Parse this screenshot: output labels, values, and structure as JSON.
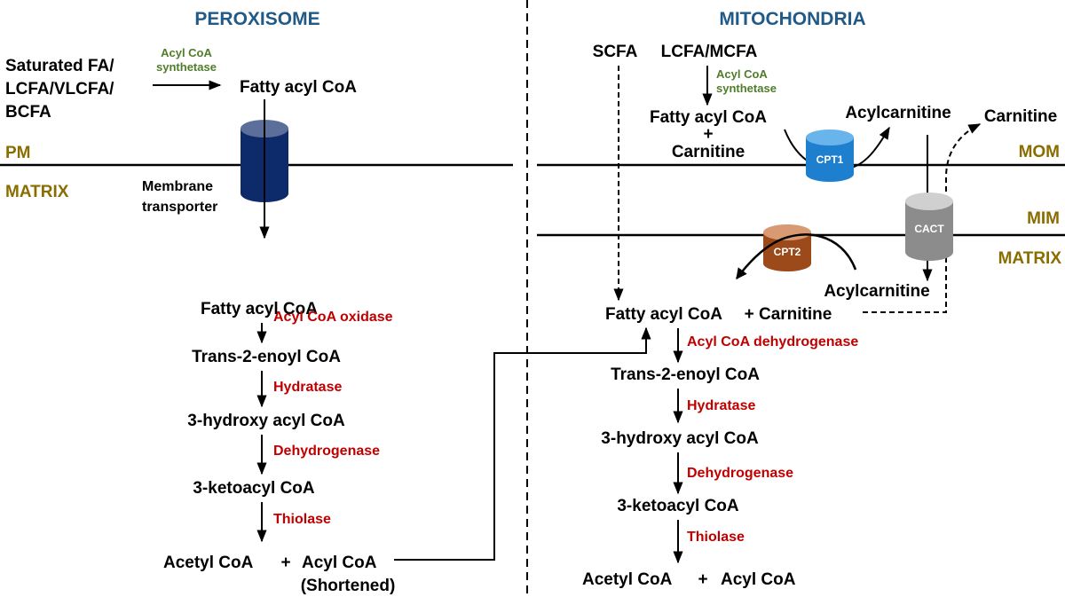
{
  "titles": {
    "peroxisome": "PEROXISOME",
    "mitochondria": "MITOCHONDRIA"
  },
  "peroxisome": {
    "substrate_lines": [
      "Saturated FA/",
      "LCFA/VLCFA/",
      "BCFA"
    ],
    "synthetase_lines": [
      "Acyl CoA",
      "synthetase"
    ],
    "fatty_acyl_coa_top": "Fatty acyl CoA",
    "pm_label": "PM",
    "matrix_label": "MATRIX",
    "transporter_lines": [
      "Membrane",
      "transporter"
    ],
    "steps": [
      "Fatty acyl CoA",
      "Trans-2-enoyl CoA",
      "3-hydroxy acyl CoA",
      "3-ketoacyl CoA"
    ],
    "enzymes": [
      "Acyl CoA oxidase",
      "Hydratase",
      "Dehydrogenase",
      "Thiolase"
    ],
    "product_acetyl": "Acetyl CoA",
    "plus": "+",
    "product_acyl": "Acyl CoA",
    "product_note": "(Shortened)"
  },
  "mitochondria": {
    "scfa": "SCFA",
    "lcfa_mcfa": "LCFA/MCFA",
    "synthetase_lines": [
      "Acyl CoA",
      "synthetase"
    ],
    "fatty_acyl_coa_top": "Fatty acyl CoA",
    "plus": "+",
    "carnitine": "Carnitine",
    "acylcarnitine_top": "Acylcarnitine",
    "carnitine_out": "Carnitine",
    "mom_label": "MOM",
    "mim_label": "MIM",
    "matrix_label": "MATRIX",
    "cpt1": "CPT1",
    "cact": "CACT",
    "cpt2": "CPT2",
    "acylcarnitine_bottom": "Acylcarnitine",
    "fatty_acyl_coa_matrix": "Fatty acyl CoA",
    "plus_carnitine": "+ Carnitine",
    "steps": [
      "Trans-2-enoyl CoA",
      "3-hydroxy acyl CoA",
      "3-ketoacyl CoA"
    ],
    "enzymes": [
      "Acyl CoA dehydrogenase",
      "Hydratase",
      "Dehydrogenase",
      "Thiolase"
    ],
    "product_acetyl": "Acetyl CoA",
    "product_plus": "+",
    "product_acyl": "Acyl CoA"
  },
  "colors": {
    "title": "#215a87",
    "enzyme": "#c00000",
    "synthetase": "#4f7d2a",
    "membrane_label": "#8a6d00",
    "transporter": "#0d2a6b",
    "cpt1": "#1f7fcf",
    "cact": "#8c8c8c",
    "cpt2": "#9c4a1a"
  }
}
